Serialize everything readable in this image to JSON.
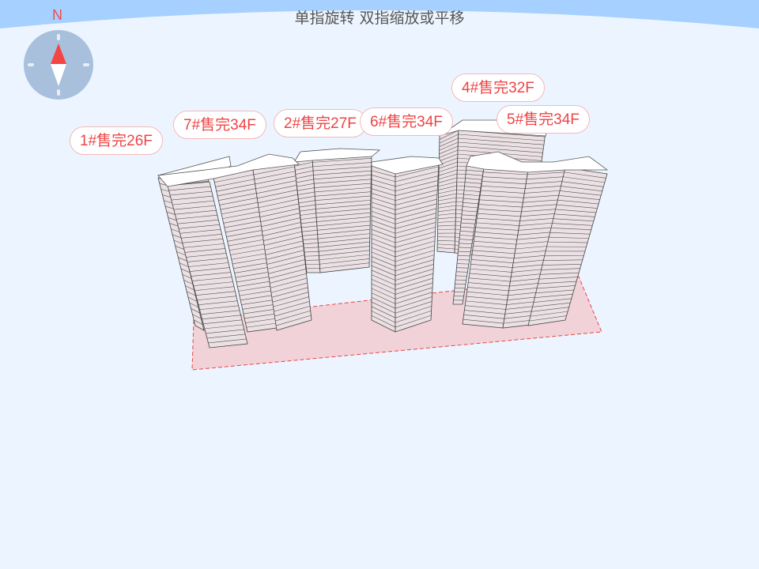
{
  "hint": "单指旋转 双指缩放或平移",
  "compass": {
    "north_label": "N",
    "icon": "compass-icon"
  },
  "buildings": [
    {
      "id": "1",
      "label": "1#售完26F",
      "floors": 26
    },
    {
      "id": "7",
      "label": "7#售完34F",
      "floors": 34
    },
    {
      "id": "2",
      "label": "2#售完27F",
      "floors": 27
    },
    {
      "id": "6",
      "label": "6#售完34F",
      "floors": 34
    },
    {
      "id": "4",
      "label": "4#售完32F",
      "floors": 32
    },
    {
      "id": "5",
      "label": "5#售完34F",
      "floors": 34
    }
  ],
  "colors": {
    "label_text": "#ee4444",
    "ground": "#f0d2d8",
    "boundary": "#ee4444",
    "facade": "#ebe0e3",
    "sky": "#a6d0ff"
  }
}
